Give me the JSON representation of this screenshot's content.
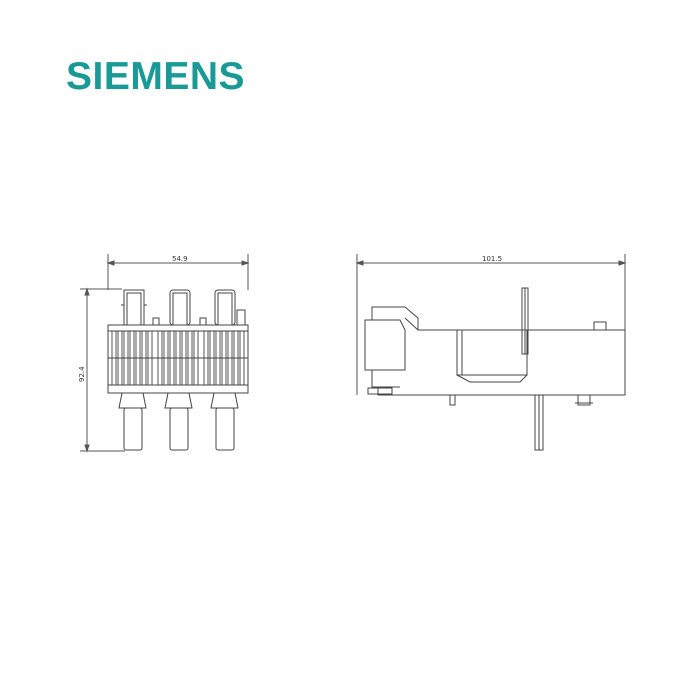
{
  "brand": {
    "name": "SIEMENS",
    "color": "#1a9a96"
  },
  "front_view": {
    "width_dimension": "54.9",
    "height_dimension": "92.4"
  },
  "side_view": {
    "width_dimension": "101.5"
  },
  "colors": {
    "line": "#444444",
    "dimension_line": "#555555"
  }
}
